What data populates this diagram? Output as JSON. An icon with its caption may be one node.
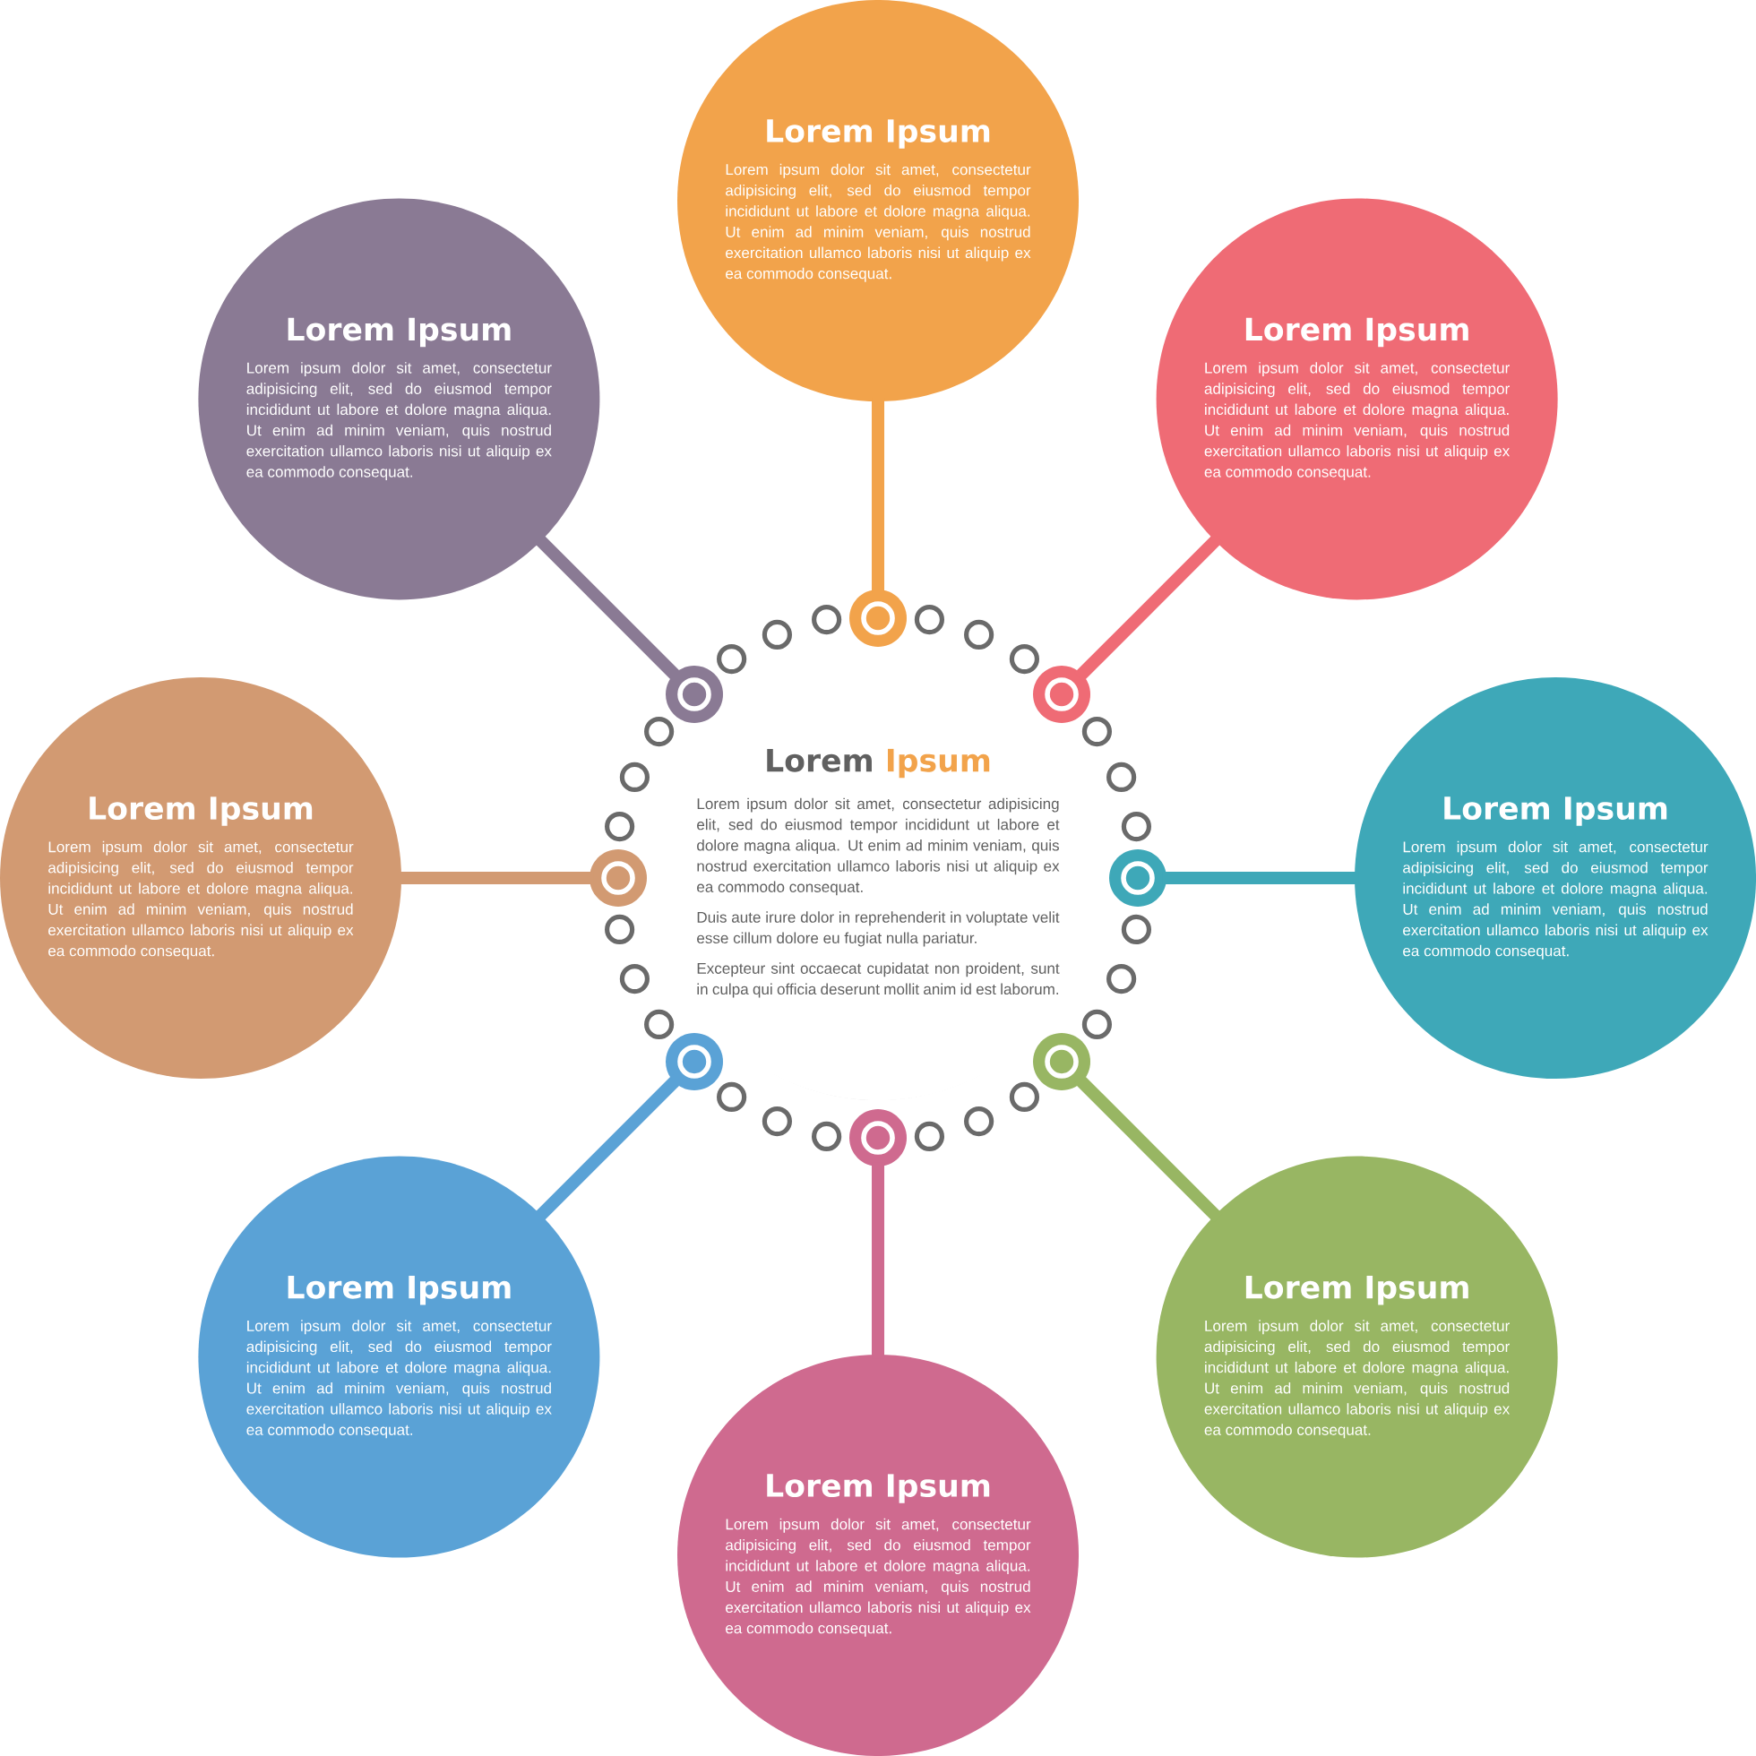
{
  "diagram": {
    "nodes": [
      {
        "text": [
          "Lorem",
          "Ipsum",
          "Lorem ipsum dolor sit amet, consectetur adipisicing elit, sed do eiusmod tempor incididunt ut labore et dolore magna aliqua. Ut enim ad minim veniam, quis nostrud exercitation ullamco laboris nisi ut aliquip ex ea commodo consequat.",
          "Duis aute irure dolor in reprehenderit in voluptate velit esse cillum dolore eu fugiat nulla pariatur.",
          "Excepteur sint occaecat cupidatat non proident, sunt in culpa qui officia deserunt mollit anim id est laborum."
        ]
      },
      {
        "text": [
          "Lorem Ipsum",
          "Lorem ipsum dolor sit amet, consectetur adipisicing elit, sed do eiusmod tempor incididunt ut labore et dolore magna aliqua. Ut enim ad minim veniam, quis nostrud exercitation ullamco laboris nisi ut aliquip ex ea commodo consequat."
        ]
      },
      {
        "text": [
          "Lorem Ipsum",
          "Lorem ipsum dolor sit amet, consectetur adipisicing elit, sed do eiusmod tempor incididunt ut labore et dolore magna aliqua. Ut enim ad minim veniam, quis nostrud exercitation ullamco laboris nisi ut aliquip ex ea commodo consequat."
        ]
      },
      {
        "text": [
          "Lorem Ipsum",
          "Lorem ipsum dolor sit amet, consectetur adipisicing elit, sed do eiusmod tempor incididunt ut labore et dolore magna aliqua. Ut enim ad minim veniam, quis nostrud exercitation ullamco laboris nisi ut aliquip ex ea commodo consequat."
        ]
      },
      {
        "text": [
          "Lorem Ipsum",
          "Lorem ipsum dolor sit amet, consectetur adipisicing elit, sed do eiusmod tempor incididunt ut labore et dolore magna aliqua. Ut enim ad minim veniam, quis nostrud exercitation ullamco laboris nisi ut aliquip ex ea commodo consequat."
        ]
      },
      {
        "text": [
          "Lorem Ipsum",
          "Lorem ipsum dolor sit amet, consectetur adipisicing elit, sed do eiusmod tempor incididunt ut labore et dolore magna aliqua. Ut enim ad minim veniam, quis nostrud exercitation ullamco laboris nisi ut aliquip ex ea commodo consequat."
        ]
      },
      {
        "text": [
          "Lorem Ipsum",
          "Lorem ipsum dolor sit amet, consectetur adipisicing elit, sed do eiusmod tempor incididunt ut labore et dolore magna aliqua. Ut enim ad minim veniam, quis nostrud exercitation ullamco laboris nisi ut aliquip ex ea commodo consequat."
        ]
      },
      {
        "text": [
          "Lorem Ipsum",
          "Lorem ipsum dolor sit amet, consectetur adipisicing elit, sed do eiusmod tempor incididunt ut labore et dolore magna aliqua. Ut enim ad minim veniam, quis nostrud exercitation ullamco laboris nisi ut aliquip ex ea commodo consequat."
        ]
      },
      {
        "text": [
          "Lorem Ipsum",
          "Lorem ipsum dolor sit amet, consectetur adipisicing elit, sed do eiusmod tempor incididunt ut labore et dolore magna aliqua. Ut enim ad minim veniam, quis nostrud exercitation ullamco laboris nisi ut aliquip ex ea commodo consequat."
        ]
      },
      {
        "text": [],
        "shape": "circle"
      },
      {
        "text": [],
        "shape": "circle"
      },
      {
        "text": [],
        "shape": "circle"
      },
      {
        "text": [],
        "shape": "circle"
      },
      {
        "text": [],
        "shape": "circle"
      },
      {
        "text": [],
        "shape": "circle"
      },
      {
        "text": [],
        "shape": "circle"
      },
      {
        "text": [],
        "shape": "circle"
      }
    ],
    "edges": [
      {
        "from": 9,
        "to": 1,
        "arrow": "none",
        "color": "#f2a34b"
      },
      {
        "from": 10,
        "to": 2,
        "arrow": "none",
        "color": "#8a7a94"
      },
      {
        "from": 11,
        "to": 3,
        "arrow": "none",
        "color": "#ef6b75"
      },
      {
        "from": 12,
        "to": 4,
        "arrow": "none",
        "color": "#d29a72"
      },
      {
        "from": 13,
        "to": 5,
        "arrow": "none",
        "color": "#3ea8b8"
      },
      {
        "from": 14,
        "to": 6,
        "arrow": "none",
        "color": "#5aa2d6"
      },
      {
        "from": 15,
        "to": 7,
        "arrow": "none",
        "color": "#98b663"
      },
      {
        "from": 16,
        "to": 8,
        "arrow": "none",
        "color": "#cf6a8f"
      }
    ]
  }
}
